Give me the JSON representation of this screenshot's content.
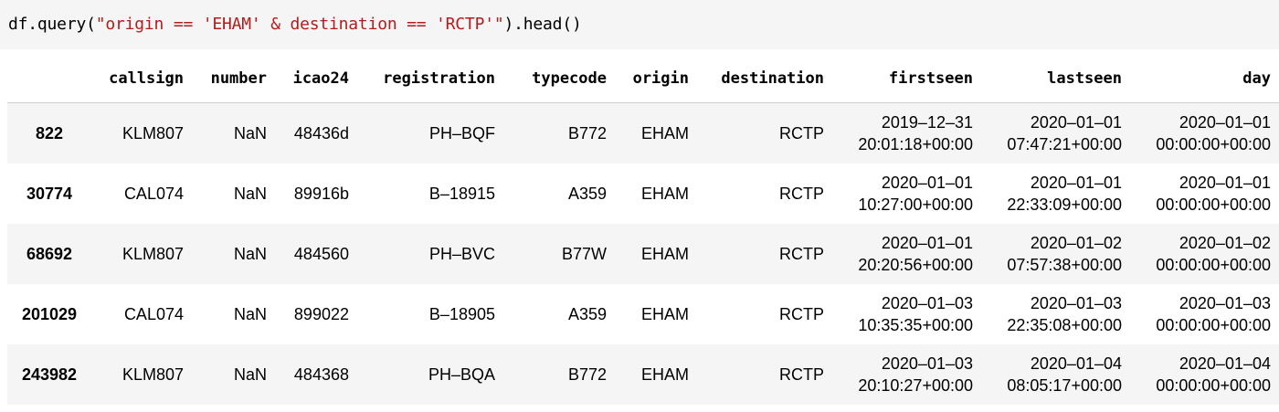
{
  "code": {
    "prefix": "df.query(",
    "query_string": "\"origin == 'EHAM' & destination == 'RCTP'\"",
    "suffix": ").head()"
  },
  "table": {
    "columns": [
      "",
      "callsign",
      "number",
      "icao24",
      "registration",
      "typecode",
      "origin",
      "destination",
      "firstseen",
      "lastseen",
      "day"
    ],
    "rows": [
      {
        "index": "822",
        "callsign": "KLM807",
        "number": "NaN",
        "icao24": "48436d",
        "registration": "PH–BQF",
        "typecode": "B772",
        "origin": "EHAM",
        "destination": "RCTP",
        "firstseen": [
          "2019–12–31",
          "20:01:18+00:00"
        ],
        "lastseen": [
          "2020–01–01",
          "07:47:21+00:00"
        ],
        "day": [
          "2020–01–01",
          "00:00:00+00:00"
        ]
      },
      {
        "index": "30774",
        "callsign": "CAL074",
        "number": "NaN",
        "icao24": "89916b",
        "registration": "B–18915",
        "typecode": "A359",
        "origin": "EHAM",
        "destination": "RCTP",
        "firstseen": [
          "2020–01–01",
          "10:27:00+00:00"
        ],
        "lastseen": [
          "2020–01–01",
          "22:33:09+00:00"
        ],
        "day": [
          "2020–01–01",
          "00:00:00+00:00"
        ]
      },
      {
        "index": "68692",
        "callsign": "KLM807",
        "number": "NaN",
        "icao24": "484560",
        "registration": "PH–BVC",
        "typecode": "B77W",
        "origin": "EHAM",
        "destination": "RCTP",
        "firstseen": [
          "2020–01–01",
          "20:20:56+00:00"
        ],
        "lastseen": [
          "2020–01–02",
          "07:57:38+00:00"
        ],
        "day": [
          "2020–01–02",
          "00:00:00+00:00"
        ]
      },
      {
        "index": "201029",
        "callsign": "CAL074",
        "number": "NaN",
        "icao24": "899022",
        "registration": "B–18905",
        "typecode": "A359",
        "origin": "EHAM",
        "destination": "RCTP",
        "firstseen": [
          "2020–01–03",
          "10:35:35+00:00"
        ],
        "lastseen": [
          "2020–01–03",
          "22:35:08+00:00"
        ],
        "day": [
          "2020–01–03",
          "00:00:00+00:00"
        ]
      },
      {
        "index": "243982",
        "callsign": "KLM807",
        "number": "NaN",
        "icao24": "484368",
        "registration": "PH–BQA",
        "typecode": "B772",
        "origin": "EHAM",
        "destination": "RCTP",
        "firstseen": [
          "2020–01–03",
          "20:10:27+00:00"
        ],
        "lastseen": [
          "2020–01–04",
          "08:05:17+00:00"
        ],
        "day": [
          "2020–01–04",
          "00:00:00+00:00"
        ]
      }
    ]
  }
}
